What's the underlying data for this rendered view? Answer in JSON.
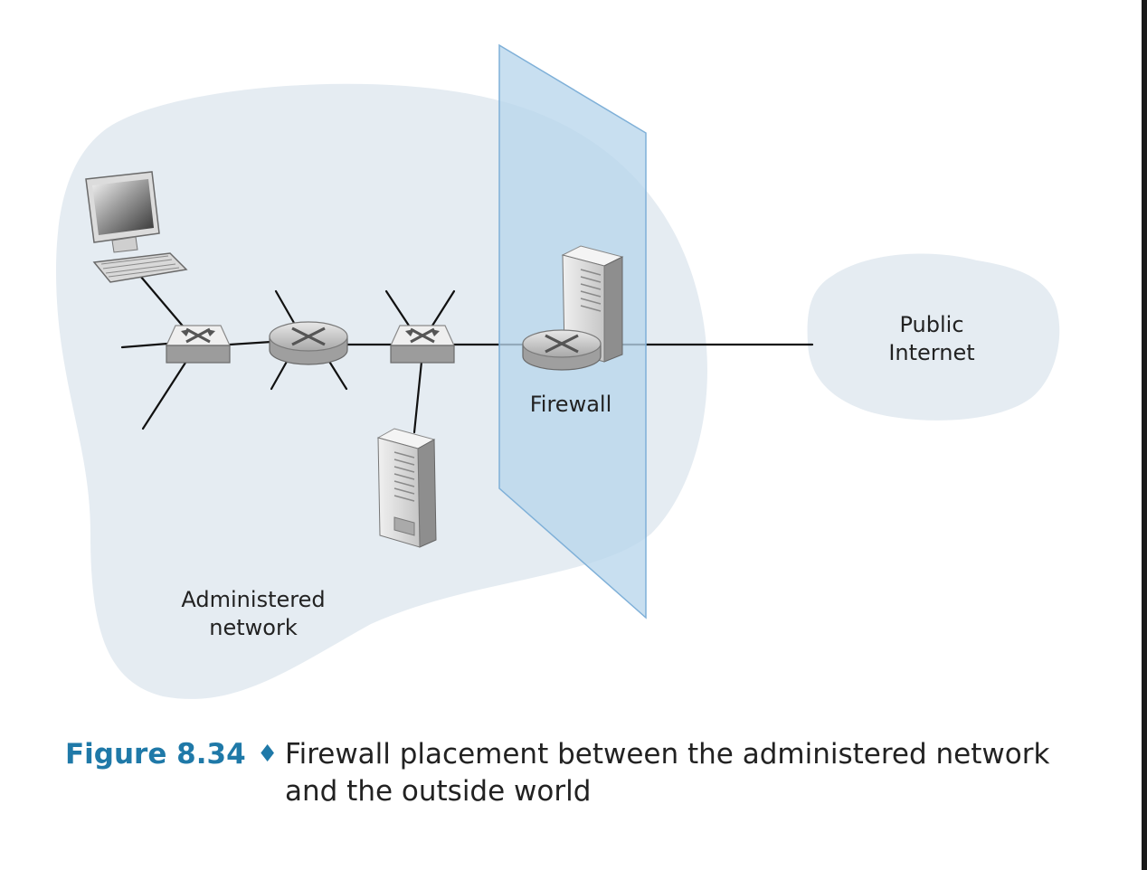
{
  "labels": {
    "administered_network": [
      "Administered",
      "network"
    ],
    "public_internet": [
      "Public",
      "Internet"
    ],
    "firewall": "Firewall"
  },
  "caption": {
    "number": "Figure 8.34",
    "separator": "♦",
    "text": "Firewall placement between the administered network and the outside world"
  },
  "colors": {
    "admin_region": "#e5ecf2",
    "internet_cloud": "#e5ecf2",
    "firewall_pane": "#b8d6ec",
    "caption_accent": "#1f79a8"
  },
  "icons": [
    "desktop-computer-icon",
    "switch-icon",
    "router-icon",
    "server-icon",
    "firewall-router-icon",
    "firewall-pane-icon"
  ]
}
